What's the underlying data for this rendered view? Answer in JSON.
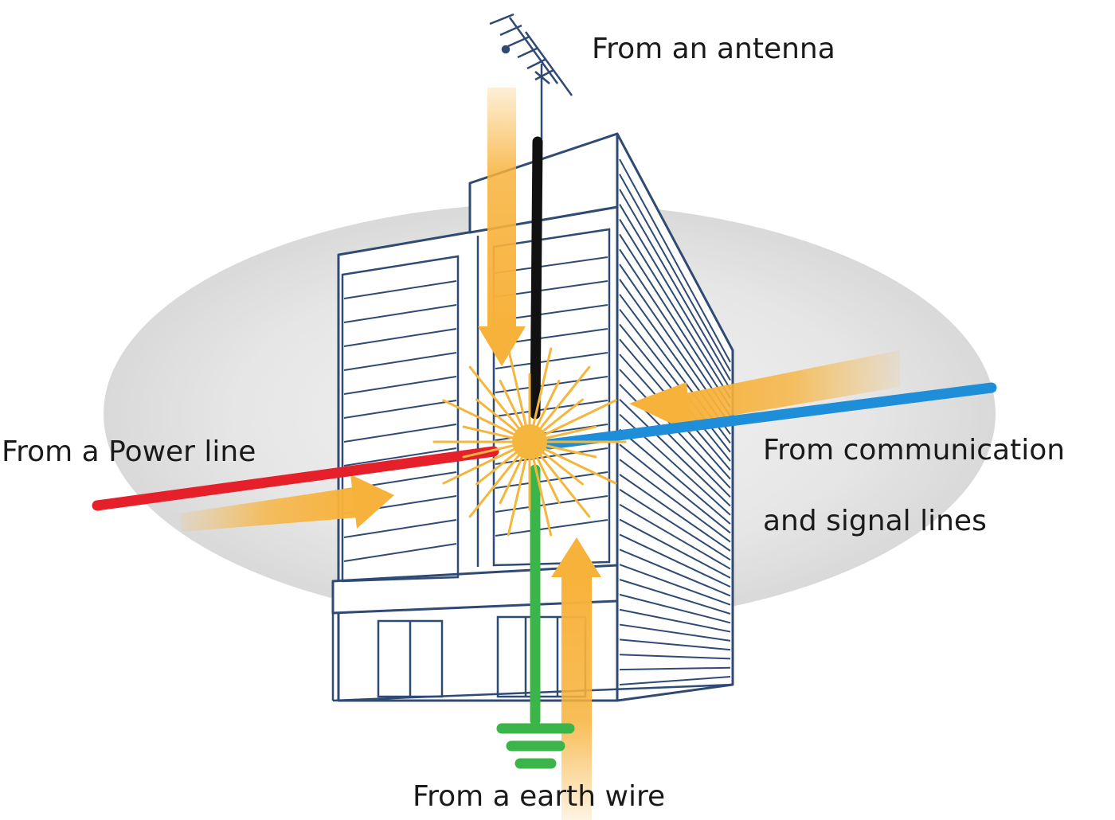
{
  "labels": {
    "antenna": "From an antenna",
    "power_line": "From a Power line",
    "communication_line1": "From communication",
    "communication_line2": "and signal lines",
    "earth_wire": "From a earth wire"
  },
  "colors": {
    "building_stroke": "#2f4a73",
    "surge_arrow": "#f7b23b",
    "burst": "#f4b63c",
    "antenna_lead": "#111111",
    "power_line": "#e5202a",
    "signal_line": "#1e8ed8",
    "earth_wire": "#3bb54a",
    "halo": "#e6e6e6"
  },
  "icons": {
    "antenna": "antenna-icon",
    "ground": "ground-symbol-icon",
    "burst": "surge-burst-icon"
  }
}
